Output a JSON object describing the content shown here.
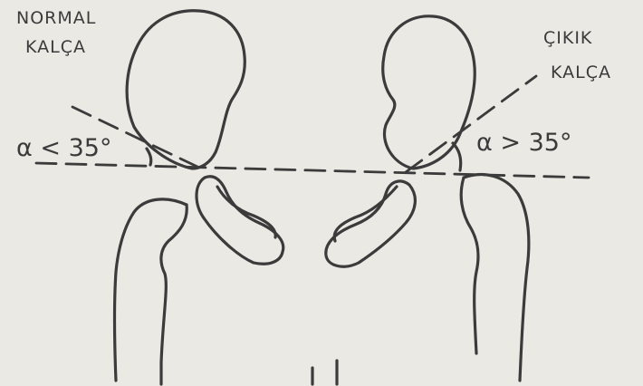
{
  "labels": {
    "normal_line1": "NORMAL",
    "normal_line2": "KALÇA",
    "dislocated_line1": "ÇIKIK",
    "dislocated_line2": "KALÇA",
    "angle_normal": "α < 35°",
    "angle_dislocated": "α > 35°"
  },
  "colors": {
    "ink": "#3b3b3b",
    "paper": "#eae9e4"
  }
}
